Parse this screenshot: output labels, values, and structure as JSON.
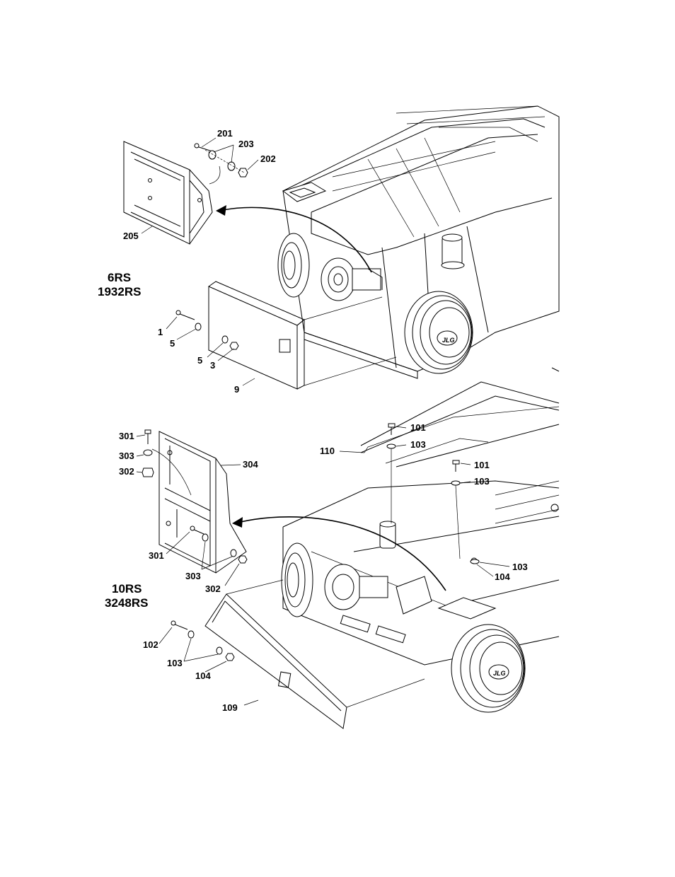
{
  "diagram": {
    "top_view": {
      "models": [
        "6RS",
        "1932RS"
      ],
      "callouts": [
        "201",
        "203",
        "202",
        "205",
        "1",
        "5",
        "5",
        "3",
        "9"
      ]
    },
    "bottom_view": {
      "models": [
        "10RS",
        "3248RS"
      ],
      "callouts": [
        "301",
        "303",
        "302",
        "304",
        "301",
        "303",
        "302",
        "101",
        "103",
        "110",
        "101",
        "103",
        "103",
        "104",
        "102",
        "103",
        "104",
        "109"
      ]
    }
  }
}
